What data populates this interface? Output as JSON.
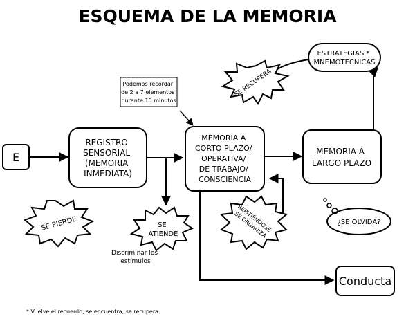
{
  "title": "ESQUEMA DE LA MEMORIA",
  "nodes": {
    "input": "E",
    "sensorial": [
      "REGISTRO",
      "SENSORIAL",
      "(MEMORIA",
      "INMEDIATA)"
    ],
    "corto_plazo": [
      "MEMORIA A",
      "CORTO PLAZO/",
      "OPERATIVA/",
      "DE TRABAJO/",
      "CONSCIENCIA"
    ],
    "largo_plazo": [
      "MEMORIA A",
      "LARGO PLAZO"
    ],
    "conducta": "Conducta",
    "estrategias": [
      "ESTRATEGIAS *",
      "MNEMOTECNICAS"
    ]
  },
  "notes": {
    "capacidad": [
      "Podemos recordar",
      "de 2 a 7 elementos",
      "durante 10 minutos"
    ],
    "discriminar": [
      "Discriminar los",
      "estímulos"
    ],
    "footnote": "* Vuelve el recuerdo, se encuentra, se recupera."
  },
  "bursts": {
    "se_recupera": "SE RECUPERA",
    "se_pierde": "SE PIERDE",
    "se_atiende": [
      "SE",
      "ATIENDE"
    ],
    "repitiendose": [
      "REPITIÉNDOSE",
      "SE ORGANIZA"
    ],
    "se_olvida": "¿SE OLVIDA?"
  }
}
